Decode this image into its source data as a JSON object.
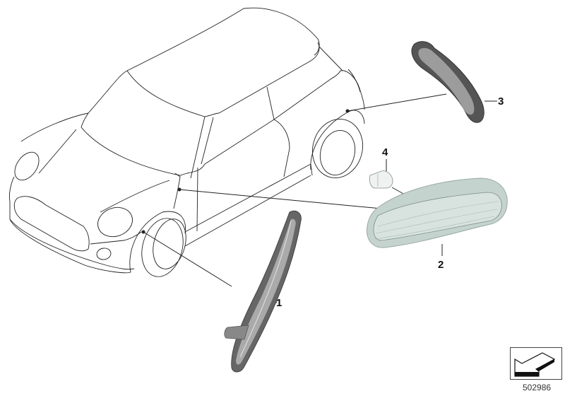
{
  "diagram": {
    "id": "502986",
    "parts": [
      {
        "number": "1",
        "name": "side-marker-front-fender"
      },
      {
        "number": "2",
        "name": "side-turn-indicator-lens"
      },
      {
        "number": "3",
        "name": "side-marker-rear"
      },
      {
        "number": "4",
        "name": "bulb"
      }
    ],
    "colors": {
      "line": "#222222",
      "part_border": "#555555",
      "part_fill": "#9a9a9a",
      "lens_fill": "#c9d6d2"
    }
  },
  "labels": {
    "part1": "1",
    "part2": "2",
    "part3": "3",
    "part4": "4"
  },
  "footer": {
    "diagram_number": "502986",
    "nav_icon": "arrow-back-icon"
  }
}
